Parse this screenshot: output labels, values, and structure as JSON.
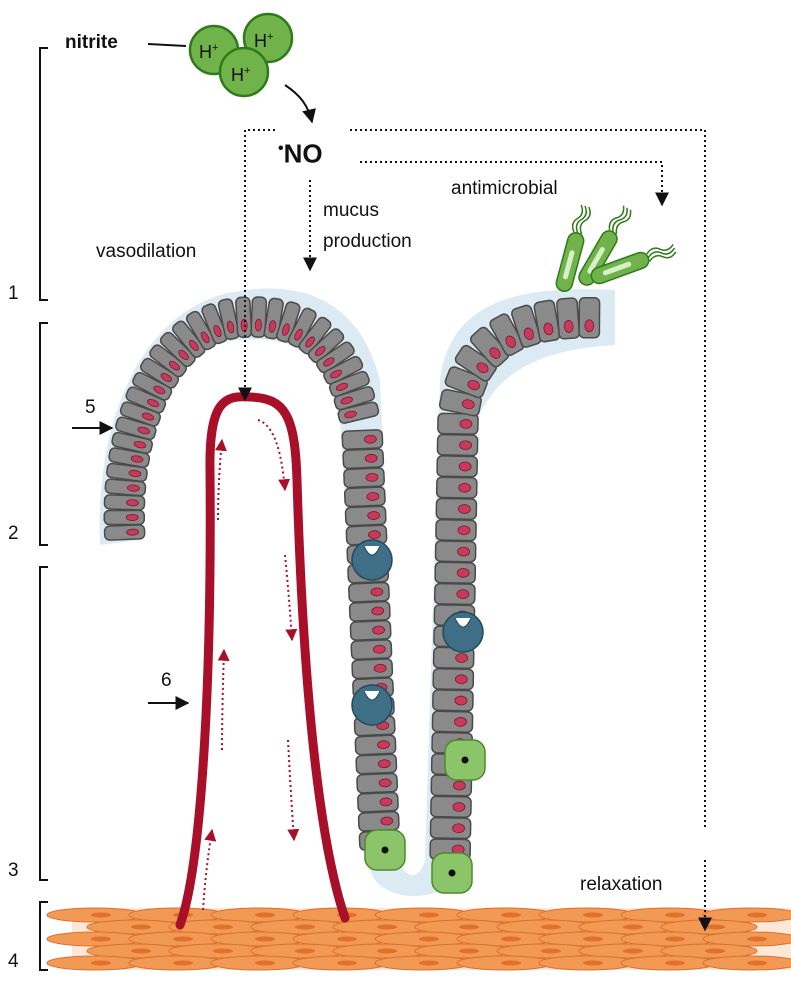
{
  "labels": {
    "nitrite": "nitrite",
    "proton": "H",
    "proton_sup": "+",
    "no_dot": "•",
    "no": "NO",
    "mucus_line1": "mucus",
    "mucus_line2": "production",
    "antimicrobial": "antimicrobial",
    "vasodilation": "vasodilation",
    "relaxation": "relaxation"
  },
  "layer_numbers": [
    "1",
    "2",
    "3",
    "4"
  ],
  "arrow_markers": [
    "5",
    "6"
  ],
  "colors": {
    "proton_fill": "#6fb34a",
    "proton_stroke": "#2f7a1a",
    "cell_fill": "#8a8a8a",
    "cell_stroke": "#4a4a4a",
    "nucleus": "#c83a5a",
    "mucus_layer": "#cfe3ee",
    "goblet": "#3f6f86",
    "endocrine": "#8cc46a",
    "vessel": "#a8102a",
    "muscle": "#f29a55",
    "bacteria": "#6fb34a"
  }
}
